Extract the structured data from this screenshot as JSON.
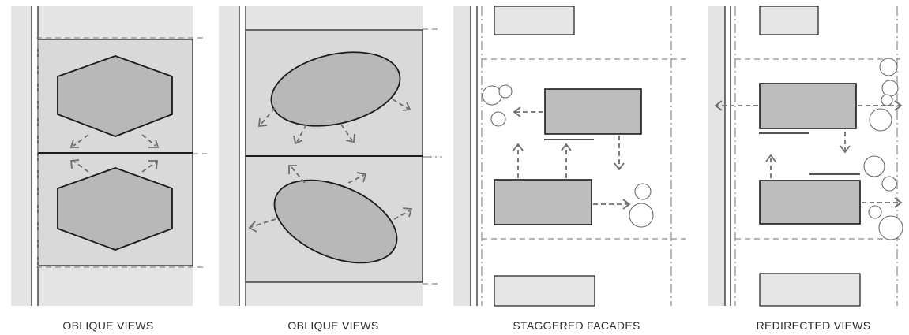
{
  "panels": [
    {
      "caption": "OBLIQUE VIEWS"
    },
    {
      "caption": "OBLIQUE VIEWS"
    },
    {
      "caption": "STAGGERED FACADES"
    },
    {
      "caption": "REDIRECTED VIEWS"
    }
  ]
}
